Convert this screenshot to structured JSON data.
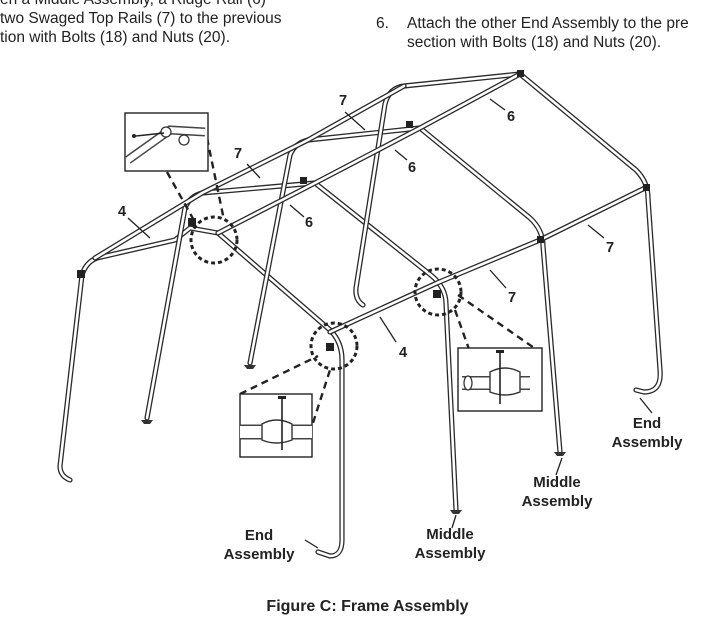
{
  "instructions": {
    "left": {
      "line1": "en a Middle Assembly, a Ridge Rail (6)",
      "line2": "two Swaged Top Rails (7) to the previous",
      "line3": "tion with Bolts (18) and Nuts (20)."
    },
    "right": {
      "number": "6.",
      "line1": "Attach the other End Assembly to the pre",
      "line2": "section with Bolts (18) and Nuts (20)."
    }
  },
  "part_labels": {
    "ridge_rail": "6",
    "swaged_top_rail": "7",
    "tube_4": "4"
  },
  "assembly_labels": {
    "end_left_l1": "End",
    "end_left_l2": "Assembly",
    "middle_left_l1": "Middle",
    "middle_left_l2": "Assembly",
    "middle_right_l1": "Middle",
    "middle_right_l2": "Assembly",
    "end_right_l1": "End",
    "end_right_l2": "Assembly"
  },
  "caption": "Figure C:  Frame Assembly"
}
